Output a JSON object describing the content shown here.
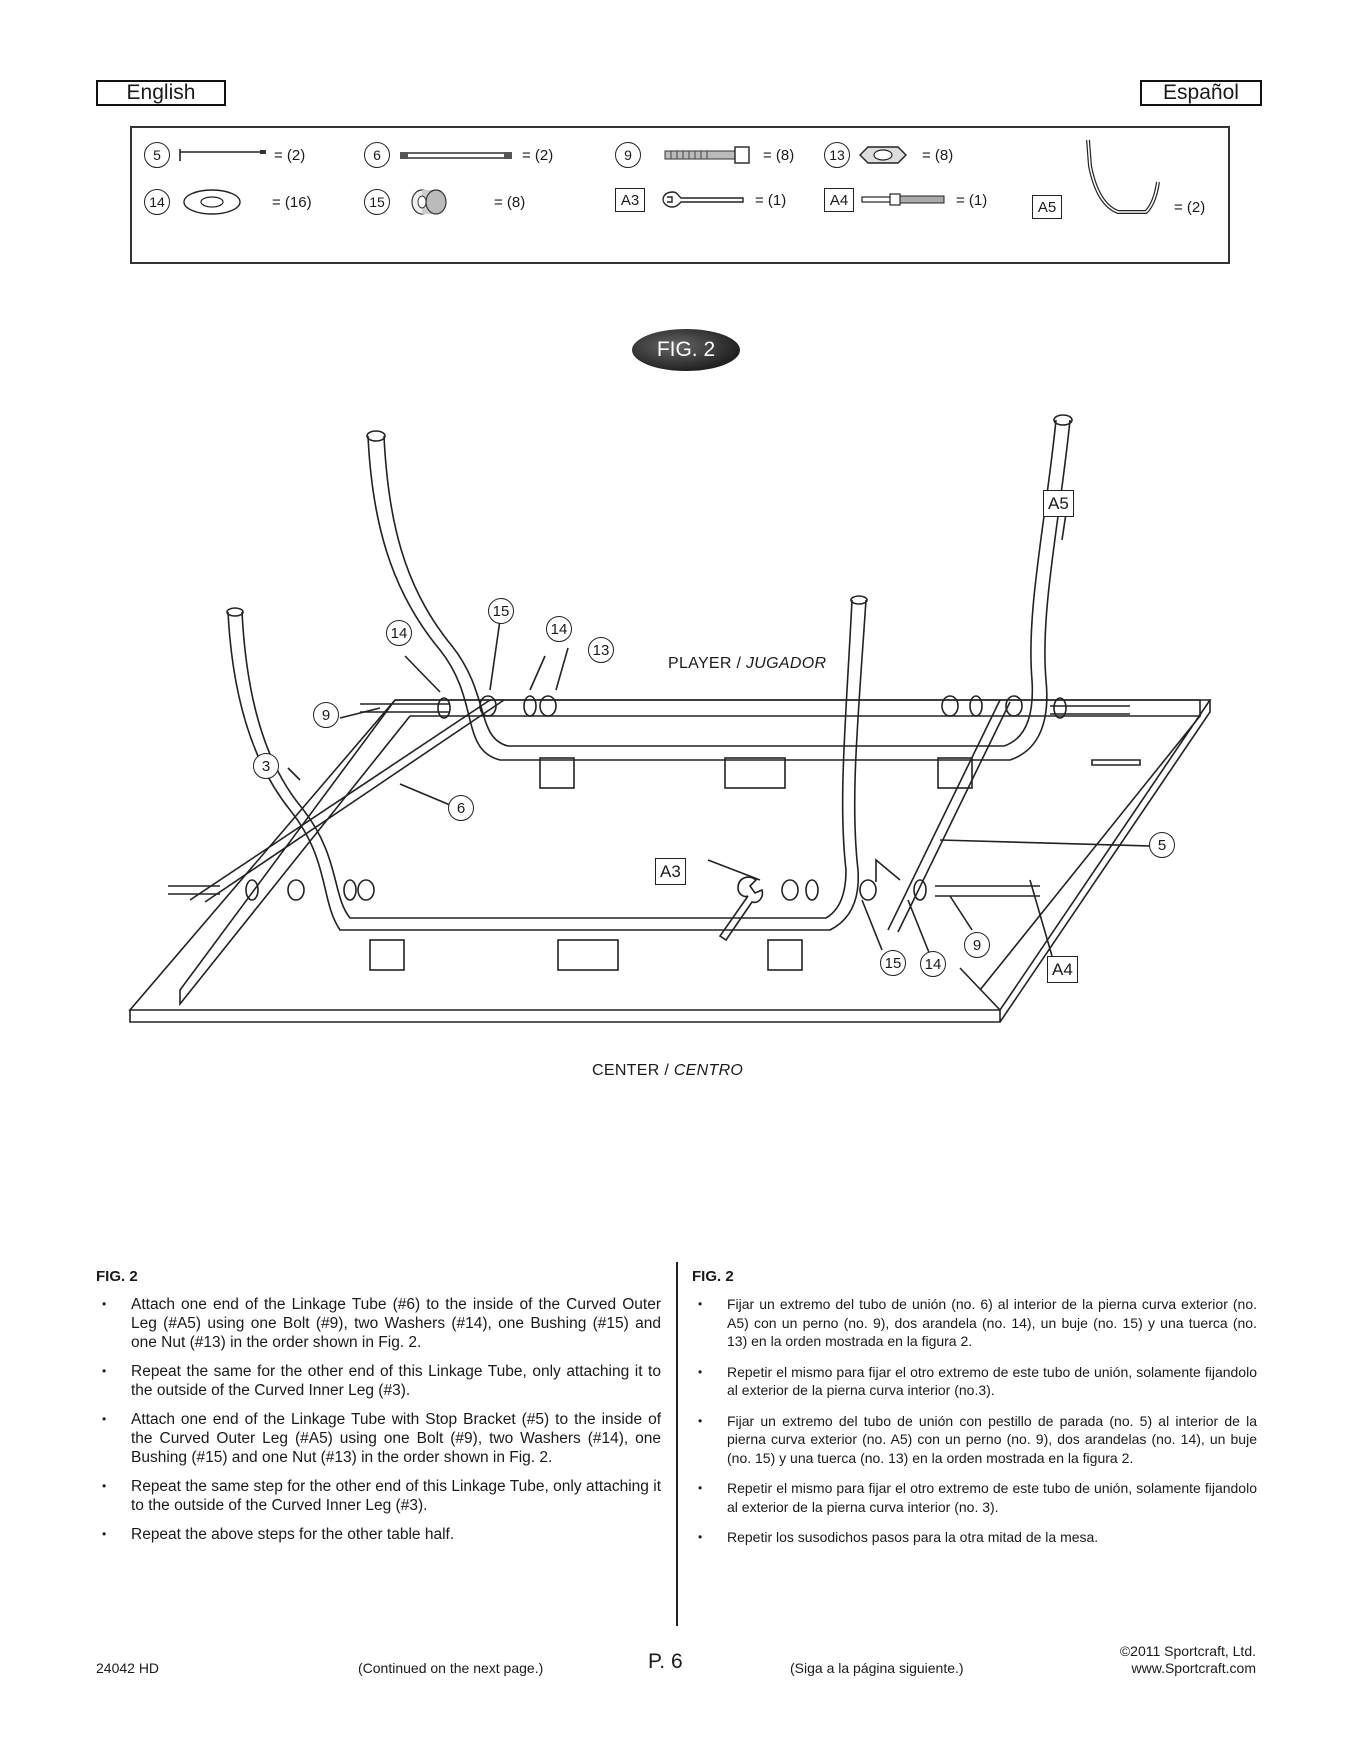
{
  "header": {
    "lang_left": "English",
    "lang_right": "Español"
  },
  "parts": [
    {
      "id": "5",
      "qty": "= (2)",
      "shape": "circle"
    },
    {
      "id": "6",
      "qty": "= (2)",
      "shape": "circle"
    },
    {
      "id": "9",
      "qty": "= (8)",
      "shape": "circle"
    },
    {
      "id": "13",
      "qty": "= (8)",
      "shape": "circle"
    },
    {
      "id": "14",
      "qty": "= (16)",
      "shape": "circle"
    },
    {
      "id": "15",
      "qty": "= (8)",
      "shape": "circle"
    },
    {
      "id": "A3",
      "qty": "= (1)",
      "shape": "square"
    },
    {
      "id": "A4",
      "qty": "= (1)",
      "shape": "square"
    },
    {
      "id": "A5",
      "qty": "= (2)",
      "shape": "square"
    }
  ],
  "figure": {
    "badge": "FIG. 2",
    "player_label": "PLAYER /",
    "player_label_es": "JUGADOR",
    "center_label": "CENTER /",
    "center_label_es": "CENTRO",
    "callouts": {
      "c14a": "14",
      "c15a": "15",
      "c14b": "14",
      "c13": "13",
      "c9a": "9",
      "c3": "3",
      "c6": "6",
      "c5": "5",
      "c15b": "15",
      "c14c": "14",
      "c9b": "9",
      "a5": "A5",
      "a3": "A3",
      "a4": "A4"
    }
  },
  "instructions_en": {
    "heading": "FIG. 2",
    "items": [
      "Attach one end of the Linkage Tube (#6) to the inside of the Curved Outer Leg (#A5) using one Bolt (#9), two Washers (#14), one Bushing (#15) and one Nut (#13) in the order shown in Fig. 2.",
      "Repeat the same for the other end of this Linkage Tube, only attaching it to the outside of the Curved Inner Leg (#3).",
      "Attach one end of the Linkage Tube with Stop Bracket (#5) to the inside of the Curved Outer Leg (#A5) using one Bolt (#9), two Washers (#14), one Bushing (#15) and one Nut (#13) in the order shown in Fig. 2.",
      "Repeat the same step for the other end of this Linkage Tube, only attaching it to the outside of the Curved Inner Leg (#3).",
      "Repeat the above steps for the other table half."
    ]
  },
  "instructions_es": {
    "heading": "FIG. 2",
    "items": [
      "Fijar un extremo del tubo de unión (no. 6) al interior de la pierna curva exterior (no. A5) con un perno (no. 9), dos arandela (no. 14), un buje (no. 15) y una tuerca (no. 13) en la orden mostrada en la figura 2.",
      "Repetir el mismo para fijar el otro extremo de este tubo de unión, solamente fijandolo al exterior de la pierna curva interior (no.3).",
      "Fijar un extremo del tubo de unión con pestillo de parada (no. 5) al interior de la pierna curva exterior (no. A5) con un perno (no. 9), dos arandelas (no. 14), un buje (no. 15) y una tuerca (no. 13) en la orden mostrada en la figura 2.",
      "Repetir el mismo para fijar el otro extremo de este tubo de unión, solamente fijandolo al exterior de la pierna curva interior (no. 3).",
      "Repetir los susodichos pasos para la otra mitad de la mesa."
    ]
  },
  "footer": {
    "model": "24042 HD",
    "continued_en": "(Continued on the next page.)",
    "page": "P. 6",
    "continued_es": "(Siga a la página siguiente.)",
    "copyright": "©2011 Sportcraft, Ltd.",
    "website": "www.Sportcraft.com"
  }
}
